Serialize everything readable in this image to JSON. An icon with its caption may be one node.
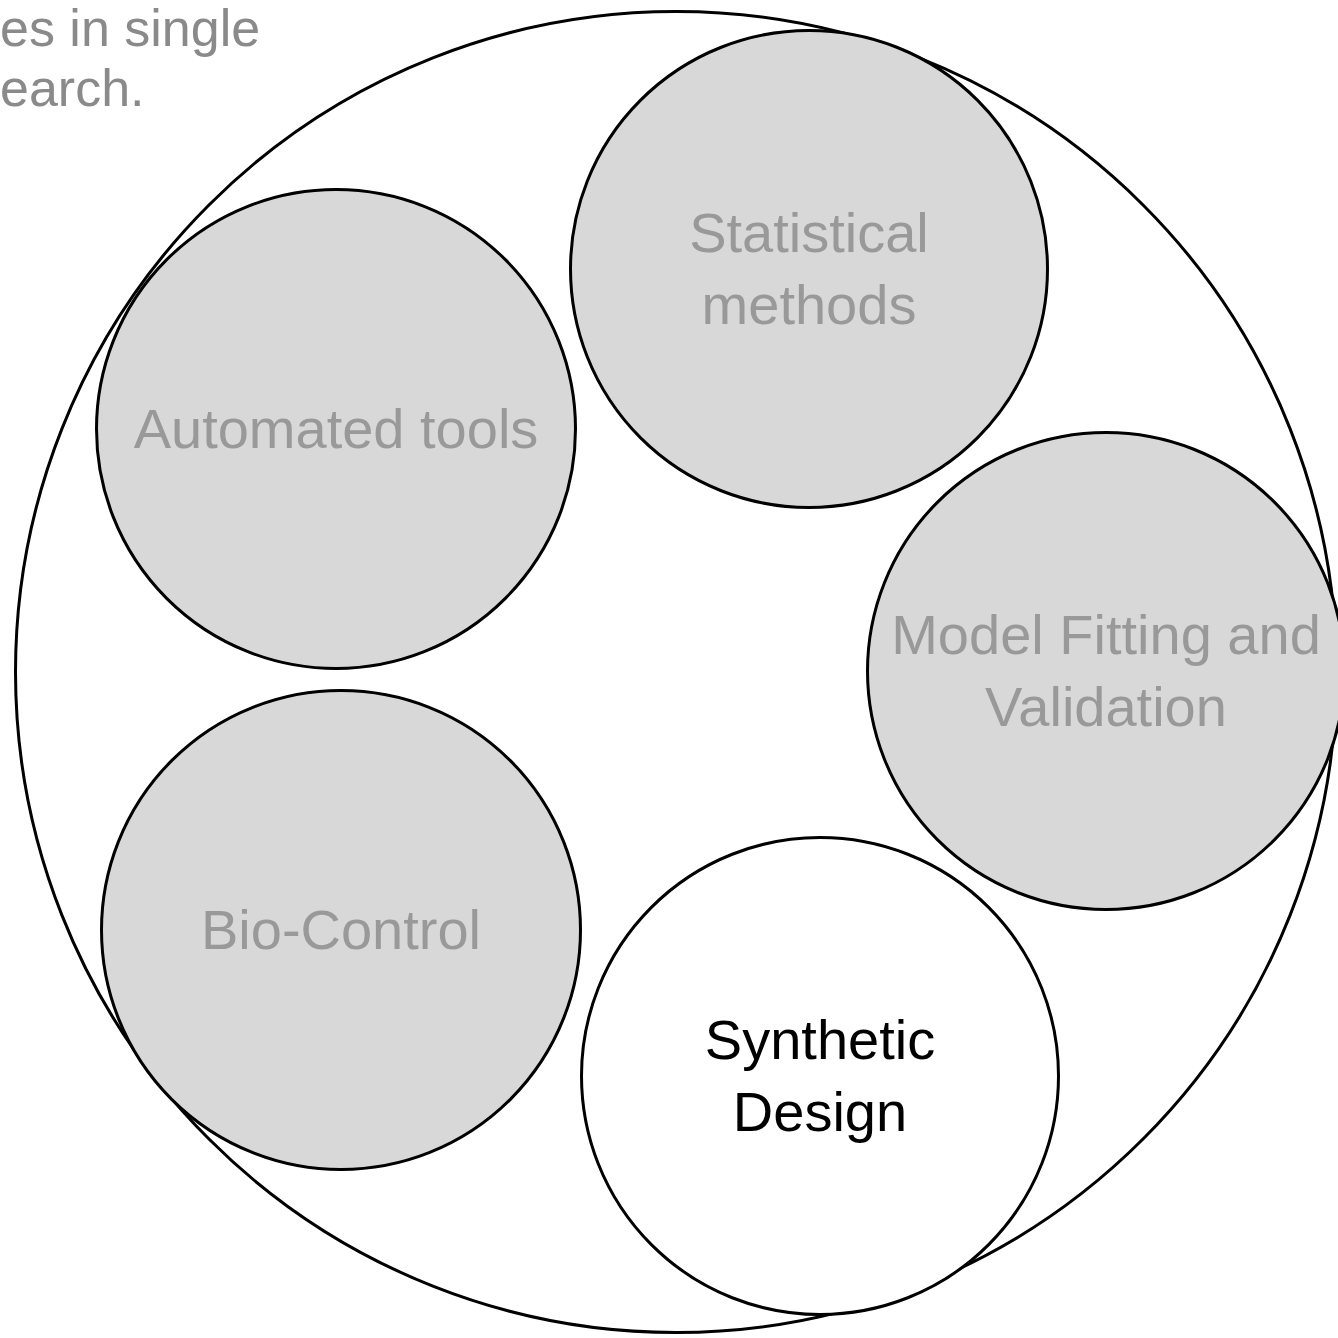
{
  "diagram": {
    "nodes": [
      {
        "text": [],
        "shape": "circle"
      },
      {
        "text": [
          "Statistical methods"
        ],
        "in": 0
      },
      {
        "text": [
          "Automated tools"
        ],
        "in": 0
      },
      {
        "text": [
          "Model Fitting and Validation"
        ],
        "in": 0
      },
      {
        "text": [
          "Bio-Control"
        ],
        "in": 0
      },
      {
        "text": [
          "Synthetic Design"
        ],
        "in": 0
      }
    ],
    "edges": [],
    "labels": [
      "es in single earch."
    ]
  }
}
